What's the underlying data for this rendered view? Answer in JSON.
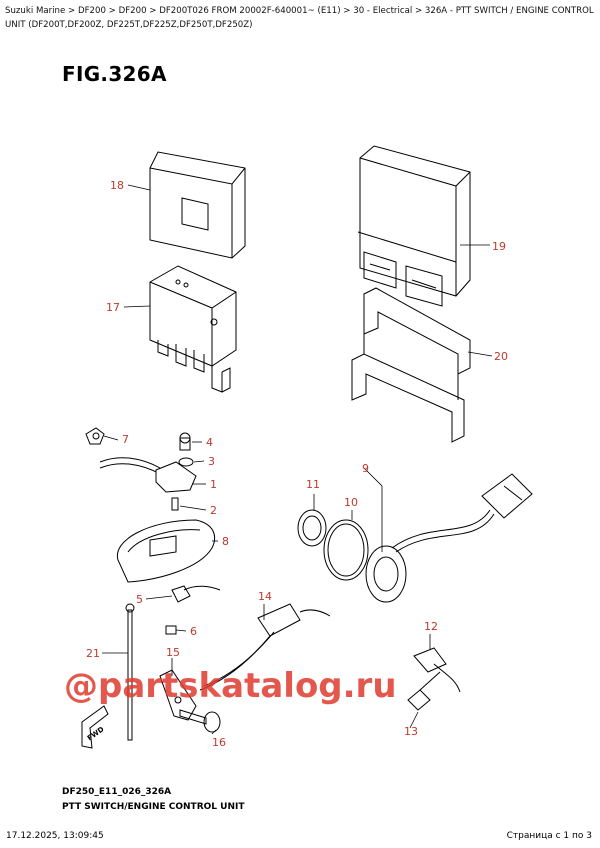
{
  "breadcrumb": "Suzuki Marine > DF200 > DF200 > DF200T026 FROM 20002F-640001~ (E11) > 30 - Electrical > 326A - PTT SWITCH / ENGINE CONTROL UNIT (DF200T,DF200Z, DF225T,DF225Z,DF250T,DF250Z)",
  "figure_title": "FIG.326A",
  "callouts": {
    "c1": "1",
    "c2": "2",
    "c3": "3",
    "c4": "4",
    "c5": "5",
    "c6": "6",
    "c7": "7",
    "c8": "8",
    "c9": "9",
    "c10": "10",
    "c11": "11",
    "c12": "12",
    "c13": "13",
    "c14": "14",
    "c15": "15",
    "c16": "16",
    "c17": "17",
    "c18": "18",
    "c19": "19",
    "c20": "20",
    "c21": "21"
  },
  "direction_marker": "FWD",
  "watermark": "@partskatalog.ru",
  "footer": {
    "code": "DF250_E11_026_326A",
    "name": "PTT SWITCH/ENGINE CONTROL UNIT"
  },
  "print_date": "17.12.2025, 13:09:45",
  "page_info": "Страница с 1 по 3",
  "colors": {
    "callout": "#c0392b",
    "watermark": "#e03a2f",
    "line": "#000000"
  }
}
